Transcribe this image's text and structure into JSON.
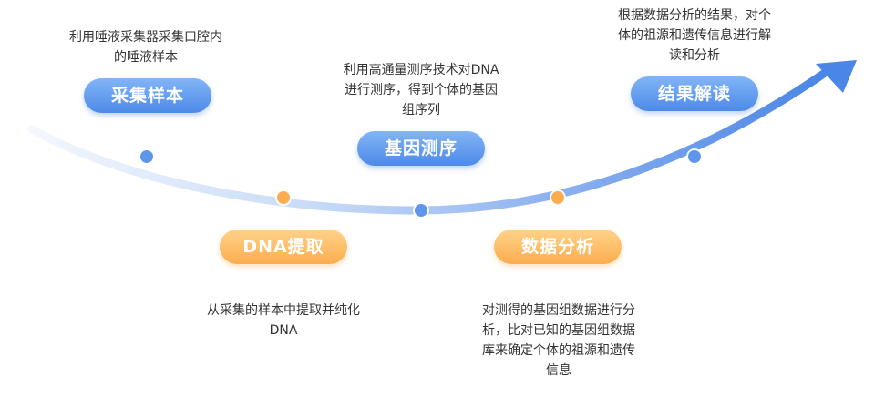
{
  "colors": {
    "blue": "#4d8ae8",
    "orange": "#fbad4e",
    "curve_start": "#f1f6fe",
    "curve_end": "#4a86e6",
    "text": "#333333"
  },
  "steps": [
    {
      "label": "采集样本",
      "style": "blue",
      "desc": [
        "利用唾液采集器采集口腔内",
        "的唾液样本"
      ]
    },
    {
      "label": "DNA提取",
      "style": "orange",
      "desc": [
        "从采集的样本中提取并纯化",
        "DNA"
      ]
    },
    {
      "label": "基因测序",
      "style": "blue",
      "desc": [
        "利用高通量测序技术对DNA",
        "进行测序，得到个体的基因",
        "组序列"
      ]
    },
    {
      "label": "数据分析",
      "style": "orange",
      "desc": [
        "对测得的基因组数据进行分",
        "析，比对已知的基因组数据",
        "库来确定个体的祖源和遗传",
        "信息"
      ]
    },
    {
      "label": "结果解读",
      "style": "blue",
      "desc": [
        "根据数据分析的结果，对个",
        "体的祖源和遗传信息进行解",
        "读和分析"
      ]
    }
  ]
}
